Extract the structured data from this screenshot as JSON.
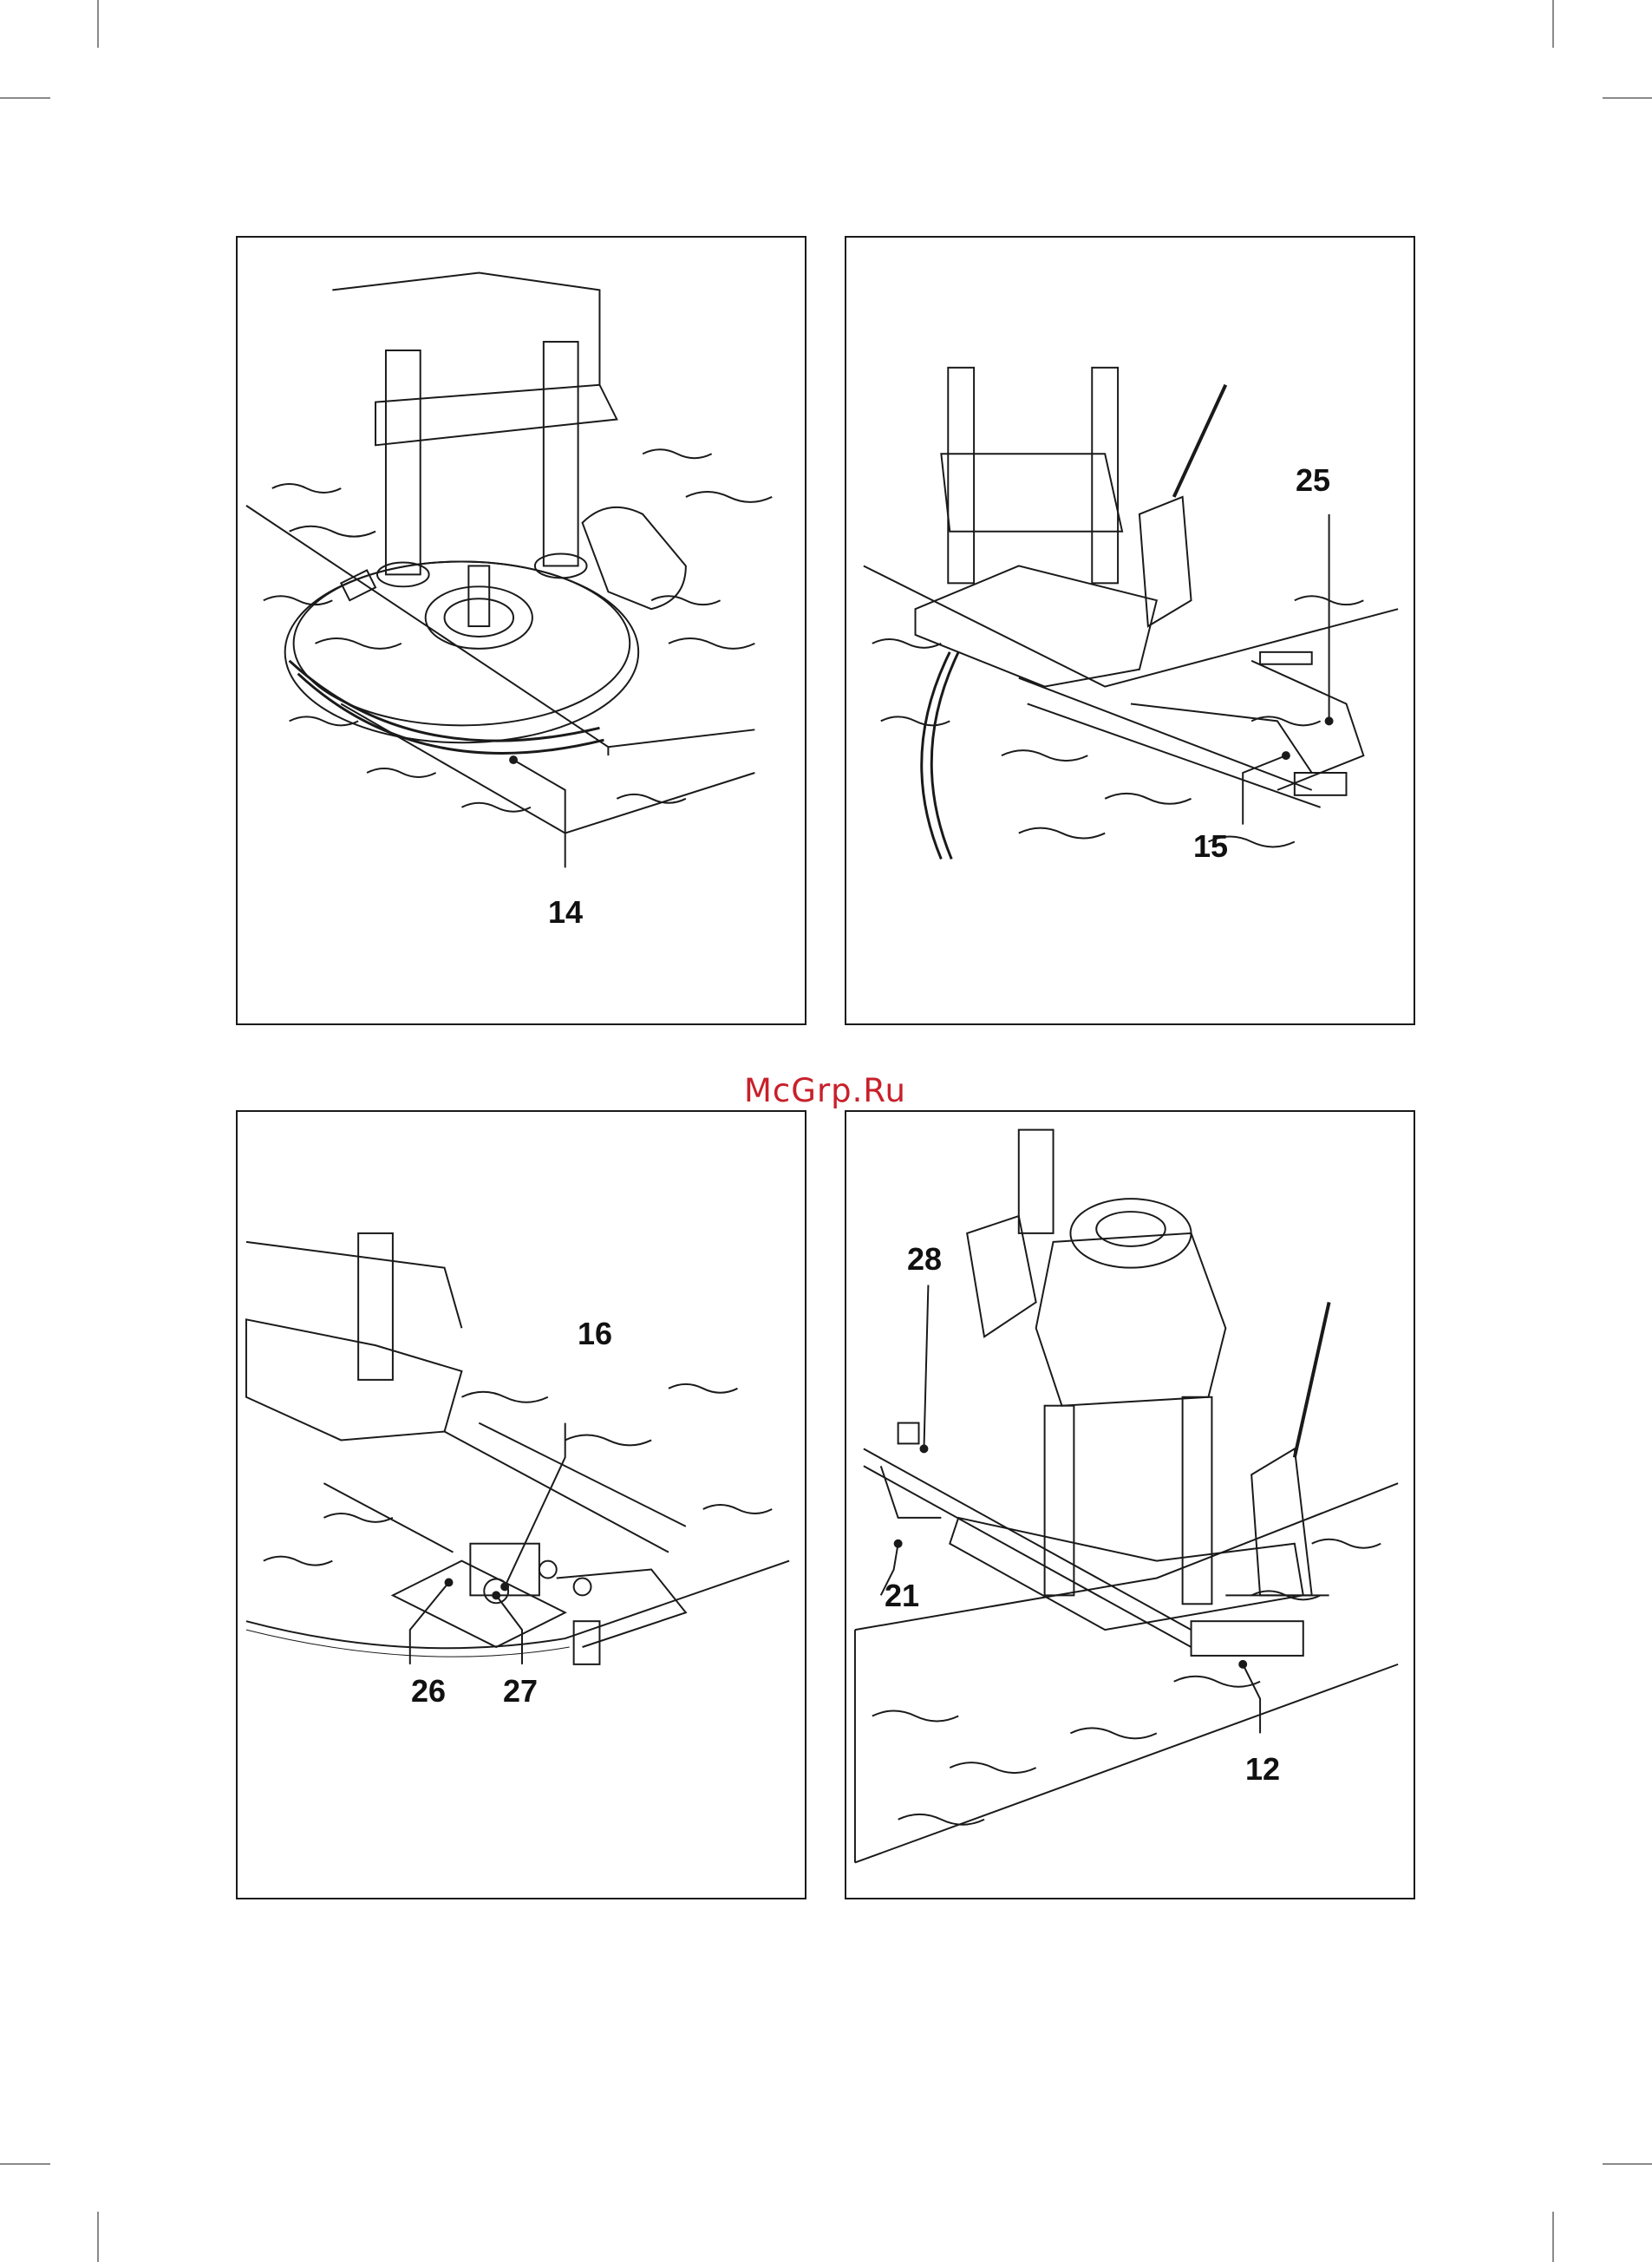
{
  "watermark": "McGrp.Ru",
  "panels": [
    {
      "id": "top-left",
      "labels": [
        "14"
      ]
    },
    {
      "id": "top-right",
      "labels": [
        "25",
        "15"
      ]
    },
    {
      "id": "bottom-left",
      "labels": [
        "16",
        "26",
        "27"
      ]
    },
    {
      "id": "bottom-right",
      "labels": [
        "28",
        "21",
        "12"
      ]
    }
  ],
  "colors": {
    "line": "#1a1a1a",
    "watermark": "#c8202a",
    "crop_marks": "#8a8a8a"
  }
}
